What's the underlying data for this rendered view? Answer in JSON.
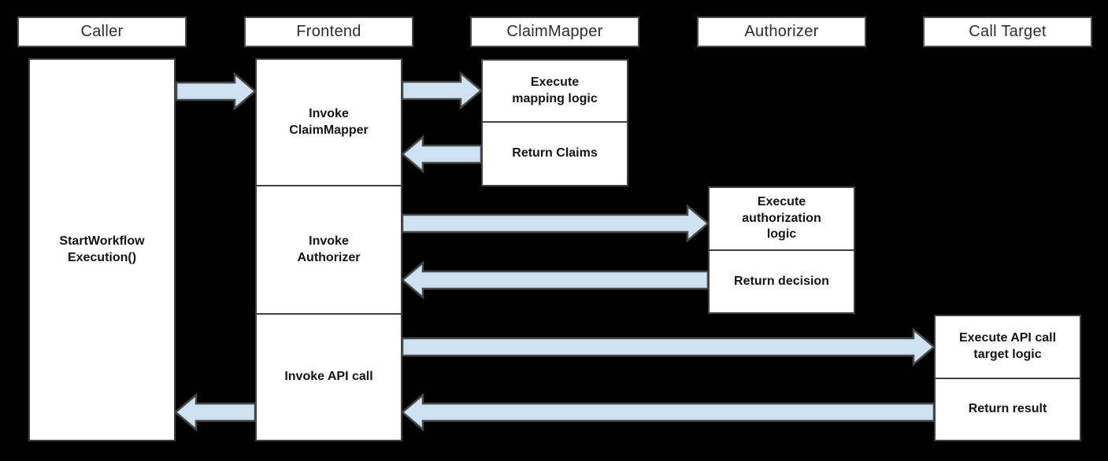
{
  "theme": {
    "background": "#000000",
    "box_fill": "#ffffff",
    "box_border": "#404040",
    "header_border": "#4d4d4d",
    "arrow_fill": "#cfe2f3",
    "arrow_border": "#474747",
    "text": "#141414",
    "header_text": "#2d2d2d"
  },
  "diagram": {
    "lanes": [
      {
        "label": "Caller",
        "activities": [
          {
            "label": "StartWorkflow Execution()"
          }
        ]
      },
      {
        "label": "Frontend",
        "activities": [
          {
            "label": "Invoke ClaimMapper"
          },
          {
            "label": "Invoke Authorizer"
          },
          {
            "label": "Invoke API call"
          }
        ]
      },
      {
        "label": "ClaimMapper",
        "activities": [
          {
            "label": "Execute mapping logic"
          },
          {
            "label": "Return Claims"
          }
        ]
      },
      {
        "label": "Authorizer",
        "activities": [
          {
            "label": "Execute authorization logic"
          },
          {
            "label": "Return decision"
          }
        ]
      },
      {
        "label": "Call Target",
        "activities": [
          {
            "label": "Execute API call target logic"
          },
          {
            "label": "Return result"
          }
        ]
      }
    ],
    "messages": [
      {
        "from": "Caller",
        "to": "Frontend"
      },
      {
        "from": "Frontend",
        "to": "ClaimMapper"
      },
      {
        "from": "ClaimMapper",
        "to": "Frontend"
      },
      {
        "from": "Frontend",
        "to": "Authorizer"
      },
      {
        "from": "Authorizer",
        "to": "Frontend"
      },
      {
        "from": "Frontend",
        "to": "Call Target"
      },
      {
        "from": "Call Target",
        "to": "Frontend"
      },
      {
        "from": "Frontend",
        "to": "Caller"
      }
    ]
  }
}
